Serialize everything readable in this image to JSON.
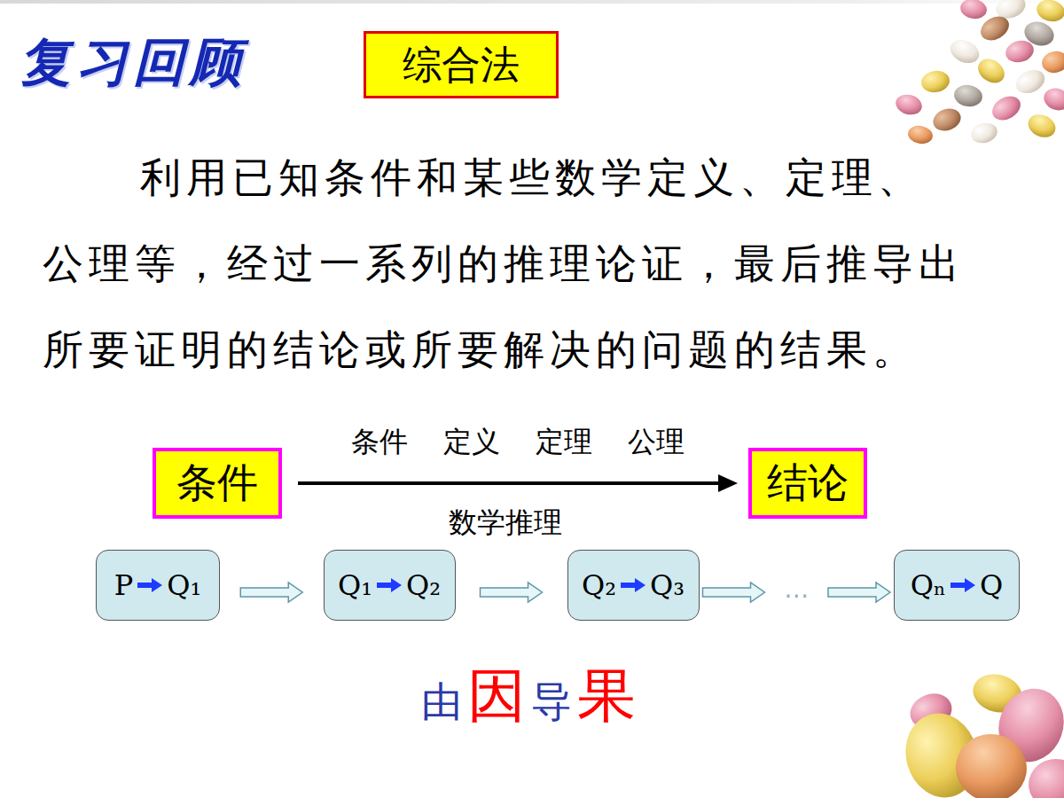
{
  "diagram": {
    "title": "复习回顾",
    "nodes": [
      {
        "text": [
          "综合法"
        ]
      },
      {
        "text": [
          "条件"
        ]
      },
      {
        "text": [
          "结论"
        ]
      },
      {
        "text": [
          "P",
          "Q₁"
        ]
      },
      {
        "text": [
          "Q₁",
          "Q₂"
        ]
      },
      {
        "text": [
          "Q₂",
          "Q₃"
        ]
      },
      {
        "text": [
          "Qₙ",
          "Q"
        ]
      }
    ],
    "edges": [
      {
        "from": 1,
        "to": 2,
        "arrow": "to",
        "label": "条件 定义 定理 公理"
      },
      {
        "from": 3,
        "to": 4,
        "arrow": "to"
      },
      {
        "from": 4,
        "to": 5,
        "arrow": "to"
      },
      {
        "from": 5,
        "to": 6,
        "arrow": "to",
        "label": "…"
      }
    ],
    "labels": [
      "利用已知条件和某些数学定义、定理、公理等，经过一系列的推理论证，最后推导出所要证明的结论或所要解决的问题的结果。",
      "数学推理",
      "由",
      "因",
      "导",
      "果"
    ]
  }
}
